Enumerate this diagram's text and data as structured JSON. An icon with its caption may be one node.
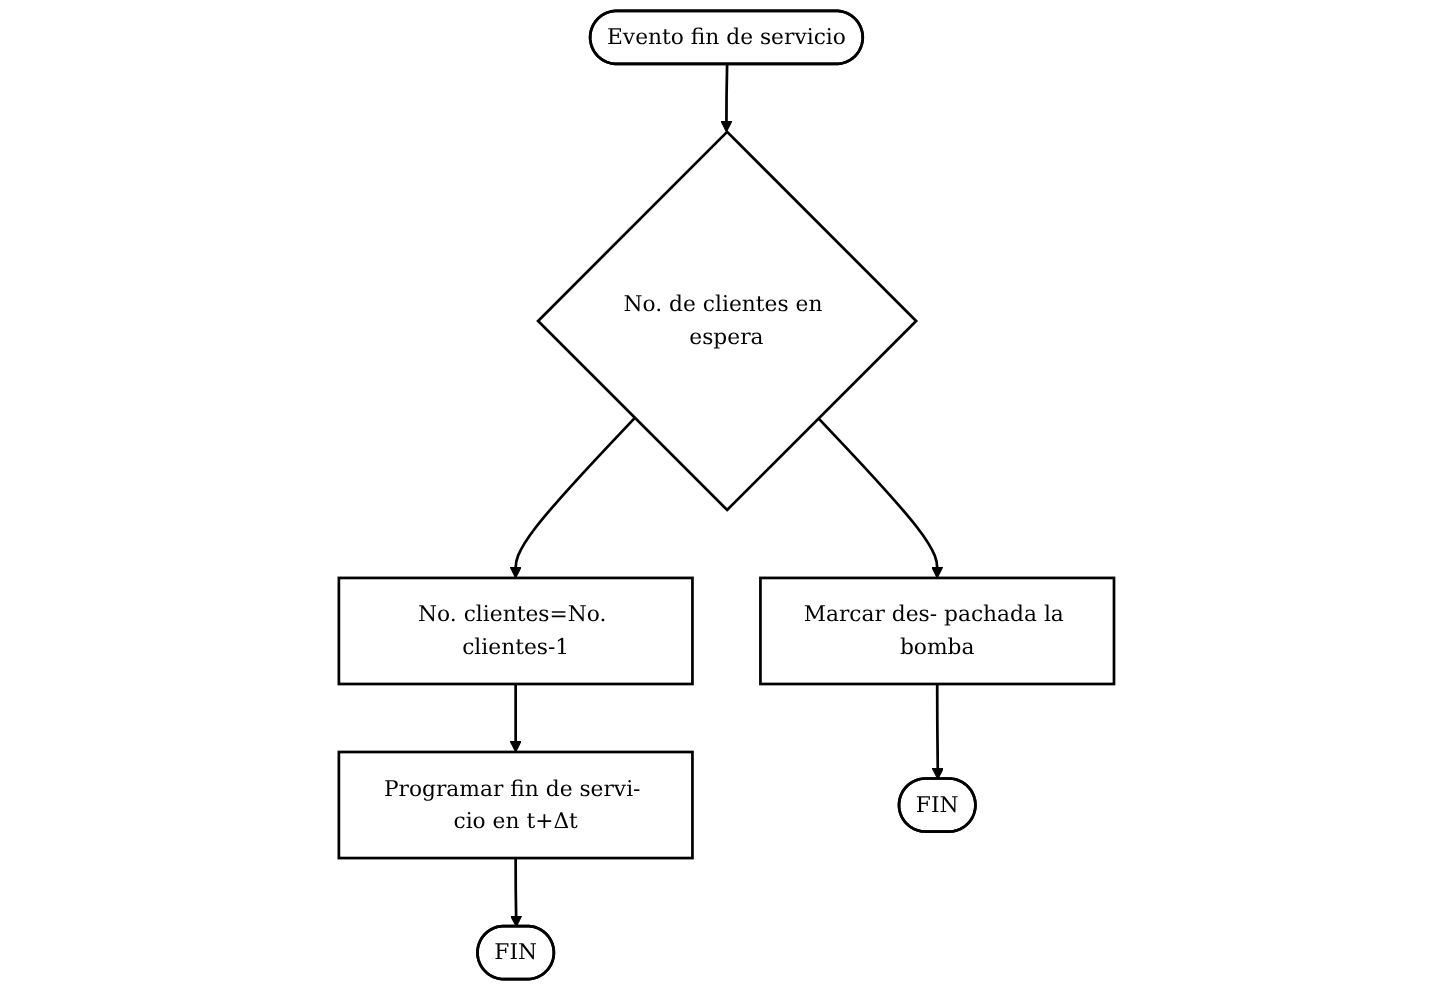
{
  "diagram": {
    "nodes": [
      {
        "text": [
          "Evento fin de servicio"
        ]
      },
      {
        "text": [
          "No. de clientes en espera"
        ]
      },
      {
        "text": [
          "No. clientes=No. clientes-1"
        ]
      },
      {
        "text": [
          "Marcar des- pachada la bomba"
        ]
      },
      {
        "text": [
          "Programar fin de servi- cio en t+Δt"
        ]
      },
      {
        "text": [
          "FIN"
        ]
      },
      {
        "text": [
          "FIN"
        ]
      }
    ],
    "edges": [
      {
        "from": 0,
        "to": 1,
        "arrow": "to"
      },
      {
        "from": 1,
        "to": 3,
        "arrow": "to"
      },
      {
        "from": 1,
        "to": 2,
        "arrow": "to"
      },
      {
        "from": 2,
        "to": 4,
        "arrow": "to"
      },
      {
        "from": 3,
        "to": 5,
        "arrow": "to"
      },
      {
        "from": 4,
        "to": 6,
        "arrow": "to"
      }
    ]
  }
}
